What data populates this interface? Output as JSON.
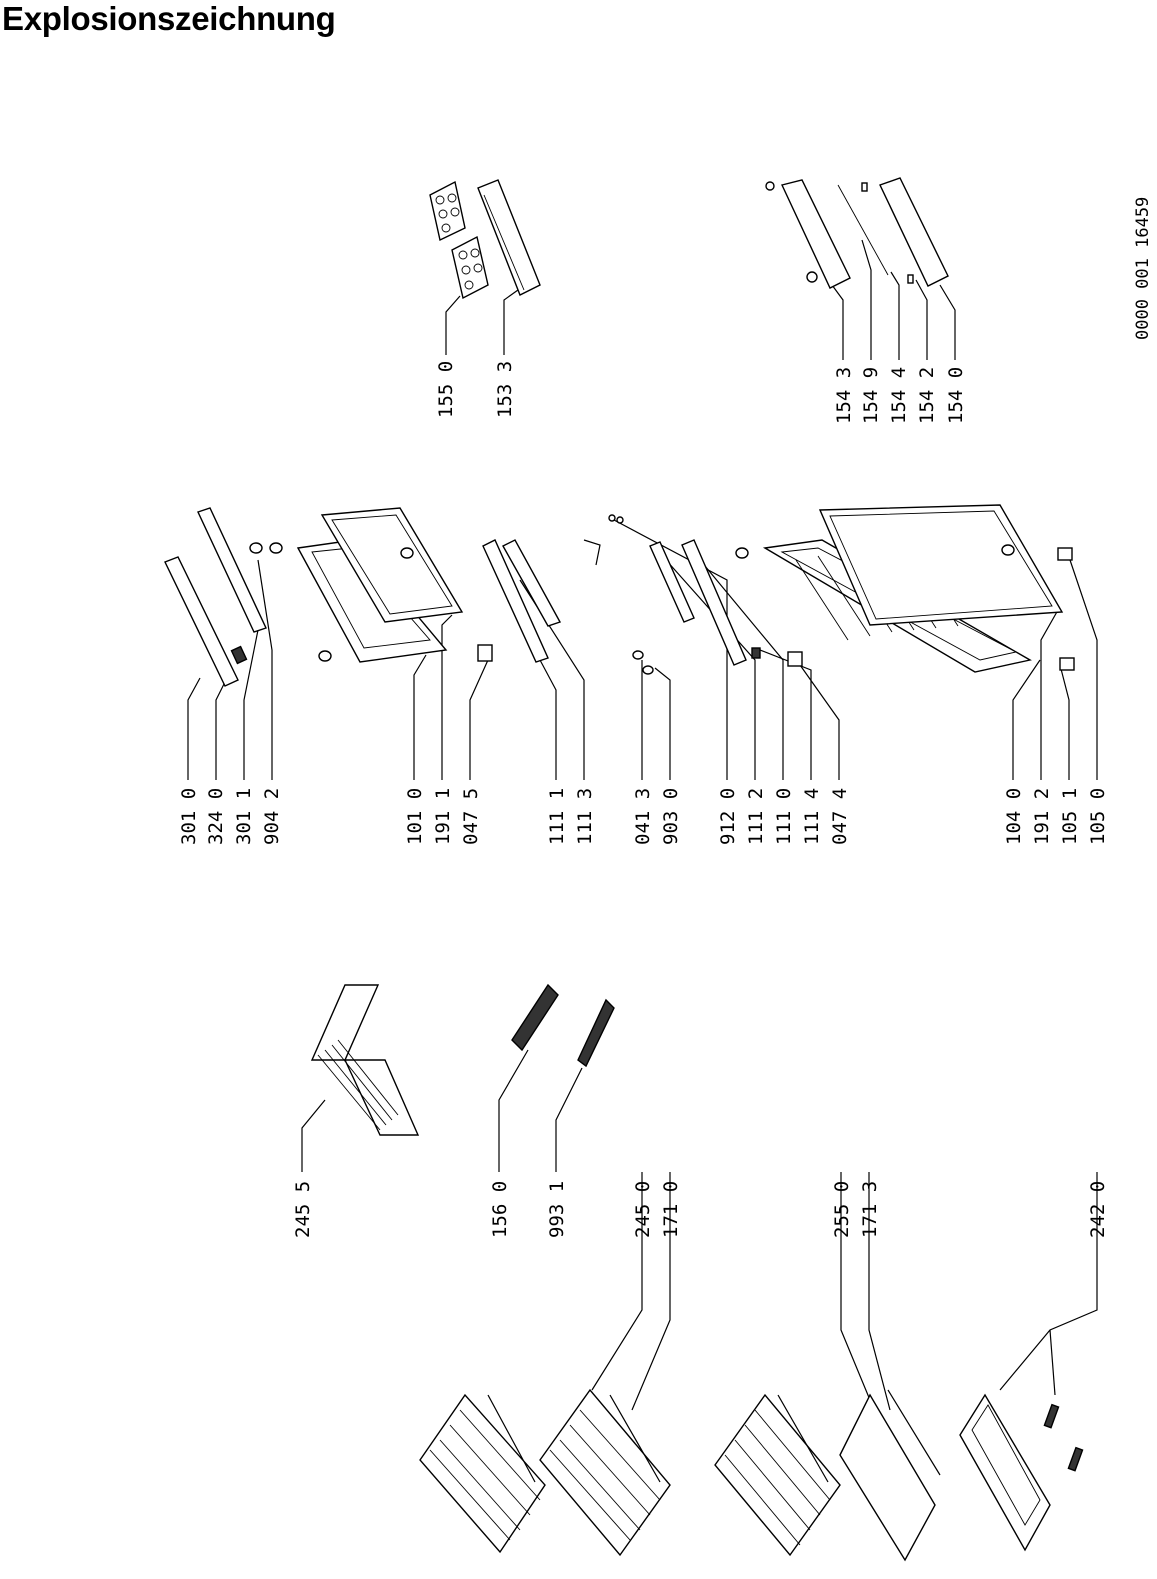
{
  "title": "Explosionszeichnung",
  "drawing_number": "0000 001 16459",
  "labels": [
    "155 0",
    "153 3",
    "154 3",
    "154 9",
    "154 4",
    "154 2",
    "154 0",
    "301 0",
    "324 0",
    "301 1",
    "904 2",
    "101 0",
    "191 1",
    "047 5",
    "111 1",
    "111 3",
    "041 3",
    "903 0",
    "912 0",
    "111 2",
    "111 0",
    "111 4",
    "047 4",
    "104 0",
    "191 2",
    "105 1",
    "105 0",
    "245 5",
    "156 0",
    "993 1",
    "245 0",
    "171 0",
    "255 0",
    "171 3",
    "242 0"
  ]
}
